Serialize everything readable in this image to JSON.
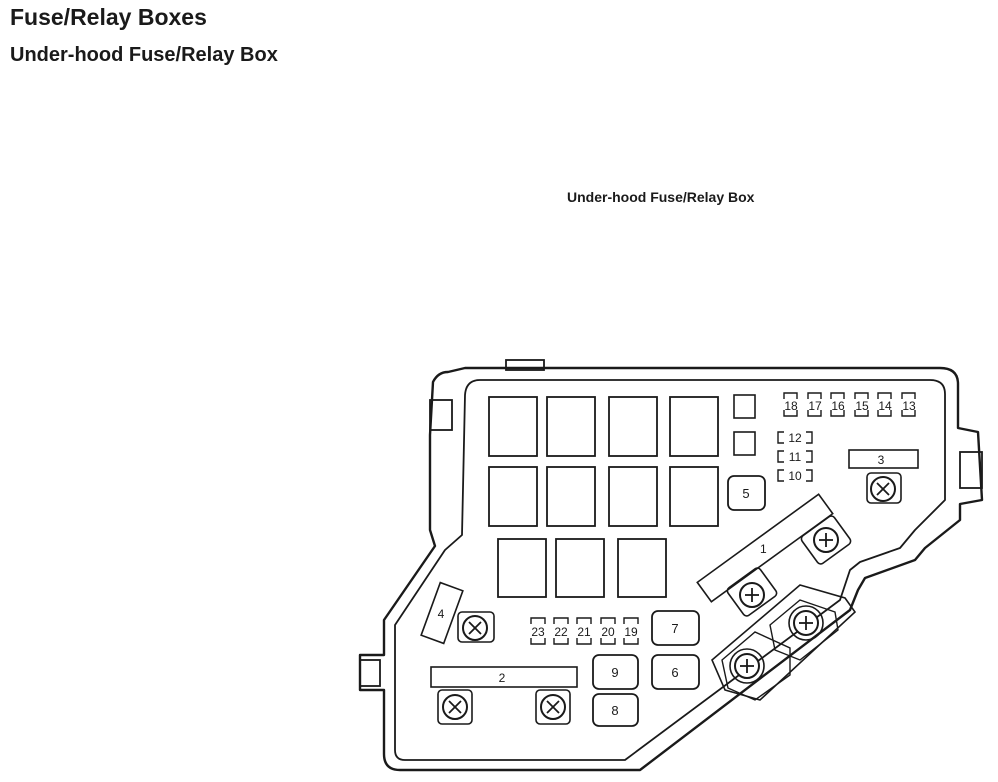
{
  "page": {
    "title": "Fuse/Relay Boxes",
    "subtitle": "Under-hood Fuse/Relay Box"
  },
  "diagram": {
    "caption": "Under-hood Fuse/Relay Box",
    "fuses_top": [
      "18",
      "17",
      "16",
      "15",
      "14",
      "13"
    ],
    "fuses_side": [
      "12",
      "11",
      "10"
    ],
    "fuses_bottom": [
      "23",
      "22",
      "21",
      "20",
      "19"
    ],
    "blocks": {
      "b1": "1",
      "b2": "2",
      "b3": "3",
      "b4": "4",
      "b5": "5",
      "b6": "6",
      "b7": "7",
      "b8": "8",
      "b9": "9"
    }
  }
}
